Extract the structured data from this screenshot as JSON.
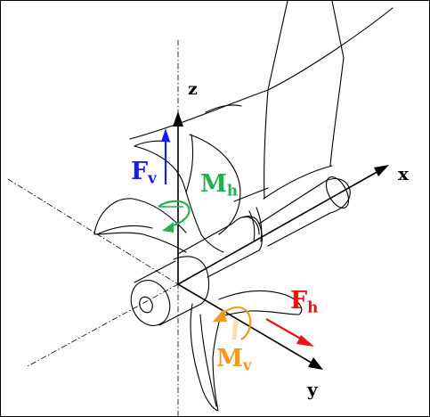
{
  "colors": {
    "force_vertical": "#1a1aff",
    "moment_horizontal": "#22b14c",
    "force_horizontal": "#ee1111",
    "moment_vertical": "#f39a1e",
    "line_art": "#000000",
    "background": "#ffffff"
  },
  "axes": {
    "x": {
      "label": "x"
    },
    "y": {
      "label": "y"
    },
    "z": {
      "label": "z"
    }
  },
  "loads": {
    "fv": {
      "symbol": "F",
      "subscript": "v"
    },
    "mh": {
      "symbol": "M",
      "subscript": "h"
    },
    "fh": {
      "symbol": "F",
      "subscript": "h"
    },
    "mv": {
      "symbol": "M",
      "subscript": "v"
    }
  }
}
